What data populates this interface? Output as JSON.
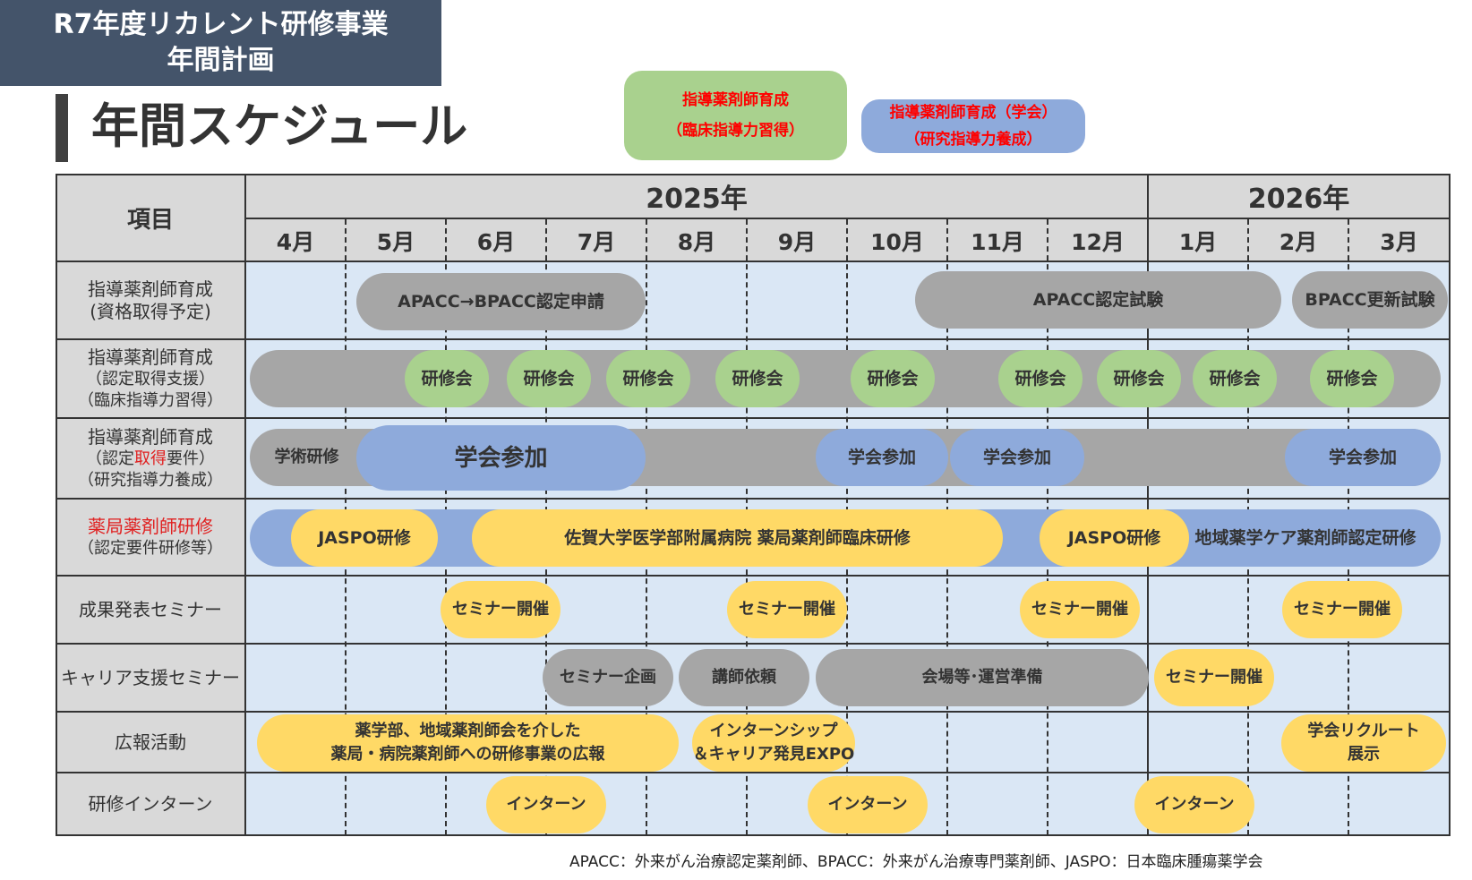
{
  "header": {
    "line1": "R7年度リカレント研修事業",
    "line2": "年間計画"
  },
  "section_title": "年間スケジュール",
  "legend": {
    "clinical": {
      "line1": "指導薬剤師育成",
      "line2": "（臨床指導力習得）"
    },
    "research": {
      "line1": "指導薬剤師育成（学会）",
      "line2": "（研究指導力養成）"
    }
  },
  "table": {
    "item_header": "項目",
    "year1": "2025年",
    "year2": "2026年",
    "months": [
      "4月",
      "5月",
      "6月",
      "7月",
      "8月",
      "9月",
      "10月",
      "11月",
      "12月",
      "1月",
      "2月",
      "3月"
    ],
    "rows": [
      {
        "label": "指導薬剤師育成",
        "sub1": "(資格取得予定)"
      },
      {
        "label": "指導薬剤師育成",
        "sub1": "（認定取得支援）",
        "sub2": "（臨床指導力習得）"
      },
      {
        "label": "指導薬剤師育成",
        "sub1a": "（認定",
        "sub1b": "取得",
        "sub1c": "要件）",
        "sub2": "（研究指導力養成）"
      },
      {
        "label": "薬局薬剤師研修",
        "sub1": "（認定要件研修等）"
      },
      {
        "label": "成果発表セミナー"
      },
      {
        "label": "キャリア支援セミナー"
      },
      {
        "label": "広報活動"
      },
      {
        "label": "研修インターン"
      }
    ]
  },
  "events": {
    "r1": [
      "APACC→BPACC認定申請",
      "APACC認定試験",
      "BPACC更新試験"
    ],
    "r2_session": "研修会",
    "r3": [
      "学術研修",
      "学会参加",
      "学会参加",
      "学会参加",
      "学会参加"
    ],
    "r4": [
      "JASPO研修",
      "佐賀大学医学部附属病院 薬局薬剤師臨床研修",
      "JASPO研修",
      "地域薬学ケア薬剤師認定研修"
    ],
    "r5_seminar": "セミナー開催",
    "r6": [
      "セミナー企画",
      "講師依頼",
      "会場等･運営準備",
      "セミナー開催"
    ],
    "r7": {
      "pr_line1": "薬学部、地域薬剤師会を介した",
      "pr_line2": "薬局・病院薬剤師への研修事業の広報",
      "expo_line1": "インターンシップ",
      "expo_line2": "＆キャリア発見EXPO",
      "recruit_line1": "学会リクルート",
      "recruit_line2": "展示"
    },
    "r8_intern": "インターン"
  },
  "footnote": "APACC：外来がん治療認定薬剤師、BPACC：外来がん治療専門薬剤師、JASPO：日本臨床腫瘍薬学会",
  "colors": {
    "title_bg": "#44546a",
    "gray": "#a6a6a6",
    "green": "#a9d18e",
    "blue": "#8eaadb",
    "yellow": "#ffd966",
    "row_bg": "#dae7f5",
    "header_bg": "#d9d9d9"
  }
}
